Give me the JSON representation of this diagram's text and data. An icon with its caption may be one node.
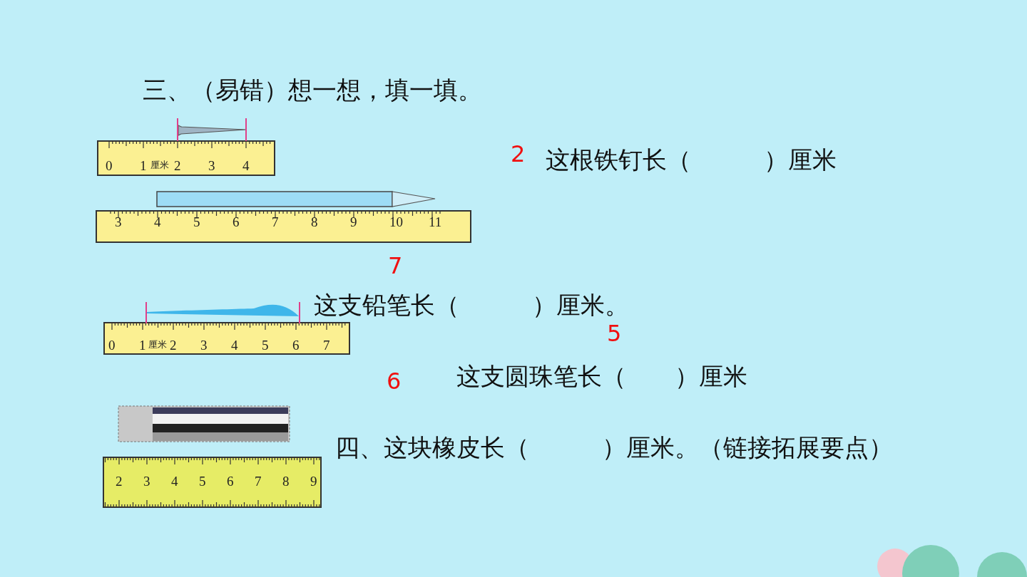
{
  "diagram": {
    "labels": [
      "三、（易错）想一想，填一填。",
      "0",
      "1",
      "厘米",
      "2",
      "3",
      "4",
      "2",
      "这根铁钉长（　　　）厘米",
      "3",
      "4",
      "5",
      "6",
      "7",
      "8",
      "9",
      "10",
      "11",
      "7",
      "这支铅笔长（　　　）厘米。",
      "0",
      "1",
      "厘米",
      "2",
      "3",
      "4",
      "5",
      "6",
      "7",
      "5",
      "6",
      "这支圆珠笔长（　　）厘米",
      "四、这块橡皮长（　　　）厘米。（链接拓展要点）",
      "2",
      "3",
      "4",
      "5",
      "6",
      "7",
      "8",
      "9"
    ]
  }
}
